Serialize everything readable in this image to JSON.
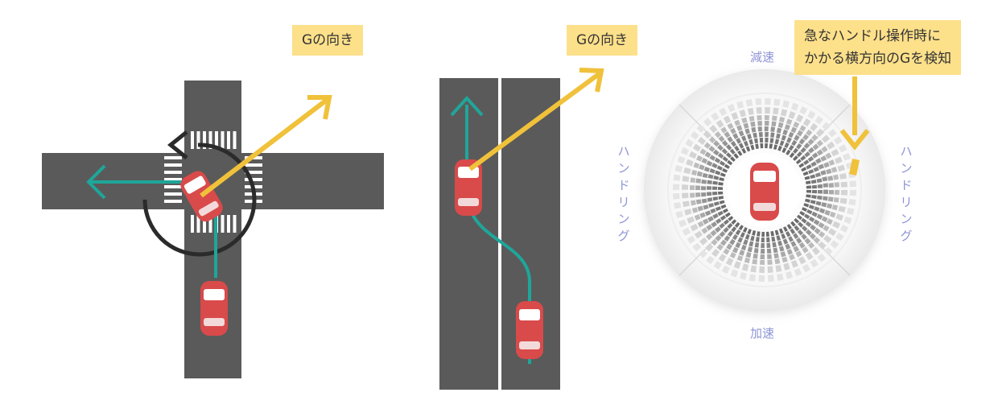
{
  "diagrams": {
    "intersection": {
      "g_label": "Gの向き"
    },
    "lane_change": {
      "g_label": "Gの向き"
    },
    "g_meter": {
      "top_label": "減速",
      "bottom_label": "加速",
      "left_label": "ハンドリング",
      "right_label": "ハンドリング",
      "callout": [
        "急なハンドル操作時に",
        "かかる横方向のGを検知"
      ]
    }
  },
  "colors": {
    "road": "#5a5a5a",
    "trajectory": "#1fa69a",
    "g_arrow": "#f0c13a",
    "label_bg": "#fde08a",
    "car": "#d94a4a",
    "meter_text": "#8e95d6"
  }
}
